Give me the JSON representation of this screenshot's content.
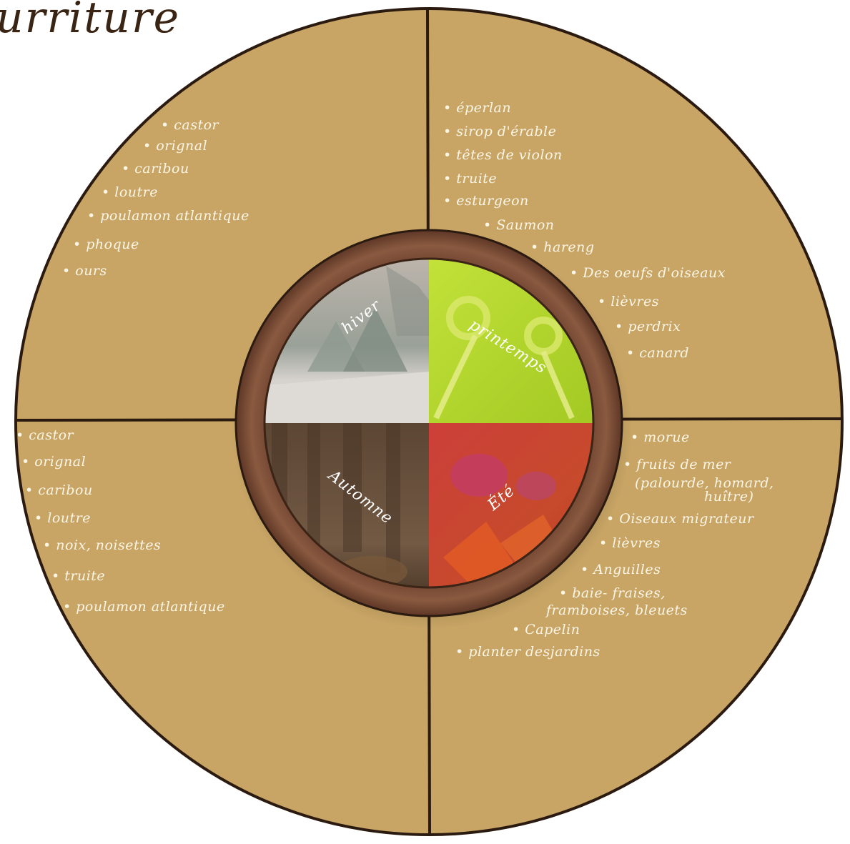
{
  "title": "urriture",
  "colors": {
    "background": "#ffffff",
    "wheel": "#c8a565",
    "outline": "#2b1a10",
    "ring": "#7a4a33",
    "text": "#fbf5e6",
    "hiver": "#c9c5c0",
    "printemps": "#b4d92e",
    "ete": "#c64237",
    "automne": "#6b5540"
  },
  "seasons": {
    "hiver": {
      "label": "hiver",
      "items": [
        "castor",
        "orignal",
        "caribou",
        "loutre",
        "poulamon atlantique",
        "phoque",
        "ours"
      ]
    },
    "printemps": {
      "label": "printemps",
      "items": [
        "éperlan",
        "sirop d'érable",
        "têtes de violon",
        "truite",
        "esturgeon",
        "Saumon",
        "hareng",
        "Des oeufs d'oiseaux",
        "lièvres",
        "perdrix",
        "canard"
      ]
    },
    "ete": {
      "label": "Été",
      "items": [
        "morue",
        "fruits de mer",
        "(palourde, homard,",
        "huître)",
        "Oiseaux migrateur",
        "lièvres",
        "Anguilles",
        "baie- fraises,",
        "framboises, bleuets",
        "Capelin",
        "planter desjardins"
      ]
    },
    "automne": {
      "label": "Automne",
      "items": [
        "castor",
        "orignal",
        "caribou",
        "loutre",
        "noix, noisettes",
        "truite",
        "poulamon atlantique"
      ]
    }
  }
}
